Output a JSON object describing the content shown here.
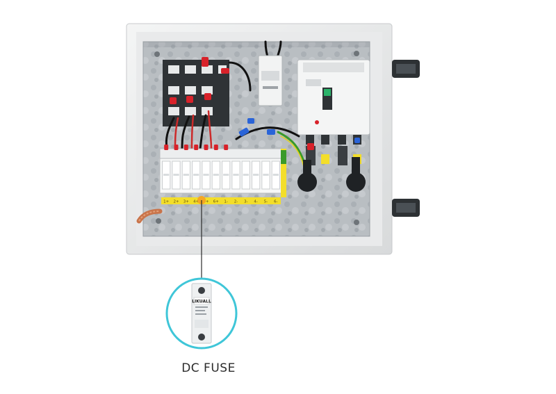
{
  "caption": "DC FUSE",
  "fuse_labels": [
    "1+",
    "2+",
    "3+",
    "4+",
    "5+",
    "6+",
    "1-",
    "2-",
    "3-",
    "4-",
    "5-",
    "6-"
  ],
  "callout_brand": "LIKUALL",
  "colors": {
    "highlight_ring": "#3fc6d8",
    "terminal_label": "#f3de2a",
    "terminal_marker": "#f5a623",
    "panel": "#b9bec2"
  }
}
